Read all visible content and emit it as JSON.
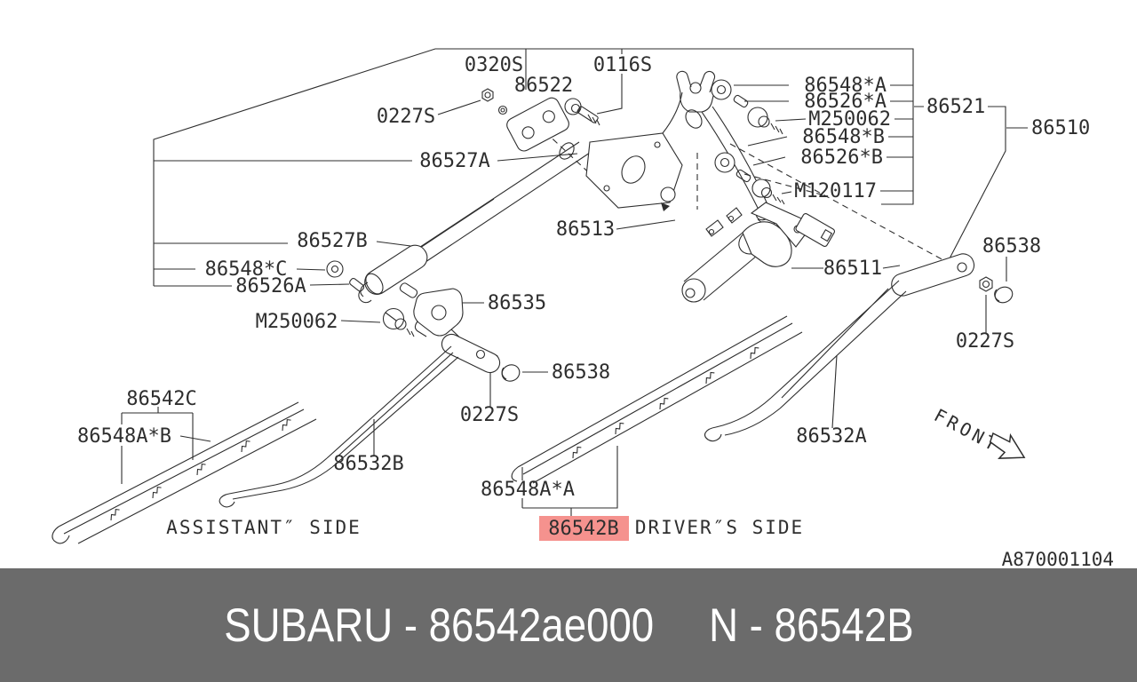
{
  "diagram": {
    "labels": {
      "p0320s": "0320S",
      "p86522": "86522",
      "p0116s": "0116S",
      "p0227s_top": "0227S",
      "p86527a": "86527A",
      "p86548_a": "86548*A",
      "p86526_a": "86526*A",
      "pm250062_top": "M250062",
      "p86548_b": "86548*B",
      "p86526_b": "86526*B",
      "pm120117": "M120117",
      "p86521": "86521",
      "p86510": "86510",
      "p86527b": "86527B",
      "p86513": "86513",
      "p86548_c": "86548*C",
      "p86526a_left": "86526A",
      "pm250062_left": "M250062",
      "p86535": "86535",
      "p86511": "86511",
      "p86538_mid": "86538",
      "p0227s_mid": "0227S",
      "p86538_right": "86538",
      "p0227s_right": "0227S",
      "p86532a": "86532A",
      "p86532b": "86532B",
      "p86542c": "86542C",
      "p86548a_b": "86548A*B",
      "p86548a_a": "86548A*A",
      "p86542b": "86542B"
    },
    "assistant_side": "ASSISTANT″ SIDE",
    "driver_side": "DRIVER″S SIDE",
    "front": "FRONT",
    "doc_number": "A870001104",
    "highlighted_part": "86542B",
    "highlight_bg": "#f5928e",
    "highlight_text": "#a93226",
    "line_color": "#2e2e2e"
  },
  "footer": {
    "brand_part": "SUBARU - 86542ae000",
    "catalog_code": "N - 86542B",
    "bg": "#6b6b6b",
    "text_color": "#ffffff"
  }
}
